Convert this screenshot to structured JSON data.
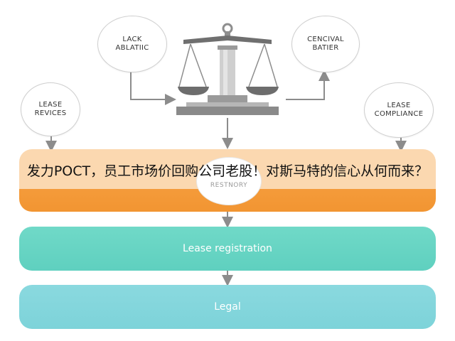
{
  "diagram": {
    "nodes": {
      "top_left": "LACK\nABLATIIC",
      "top_right": "CENCIVAL\nBATIER",
      "left": "LEASE\nREVICES",
      "right": "LEASE\nCOMPLIANCE"
    },
    "center_badge": "RESTNORY",
    "bands": {
      "middle": "Lease registration",
      "bottom": "Legal"
    },
    "icons": {
      "centerpiece": "scales-of-justice-icon"
    }
  },
  "overlay": {
    "headline": "发力POCT，员工市场价回购公司老股！对斯马特的信心从何而来？"
  },
  "colors": {
    "band_top_light": "#fbd8b0",
    "band_top_dark": "#f29532",
    "band_middle": "#5fd0bf",
    "band_bottom": "#7dd3d9",
    "arrow": "#8c8c8c"
  }
}
